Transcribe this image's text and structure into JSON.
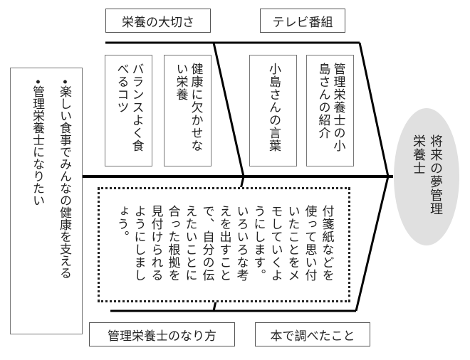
{
  "goal": {
    "text": "将来の夢管理栄養士"
  },
  "branches": {
    "top_left": {
      "label": "栄養の大切さ",
      "items": [
        "健康に欠かせない栄養",
        "バランスよく食べるコツ"
      ]
    },
    "top_right": {
      "label": "テレビ番組",
      "items": [
        "管理栄養士の小島さんの紹介",
        "小島さんの言葉"
      ]
    },
    "bottom_left": {
      "label": "管理栄養士のなり方"
    },
    "bottom_right": {
      "label": "本で調べたこと"
    }
  },
  "reasons": [
    "楽しい食事でみんなの健康を支える",
    "管理栄養士になりたい"
  ],
  "note": {
    "text": "付箋紙などを使って思い付いたことをメモしていくようにします。いろいろな考えを出すことで、自分の伝えたいことに合った根拠を見付けられるようにしましょう。"
  }
}
